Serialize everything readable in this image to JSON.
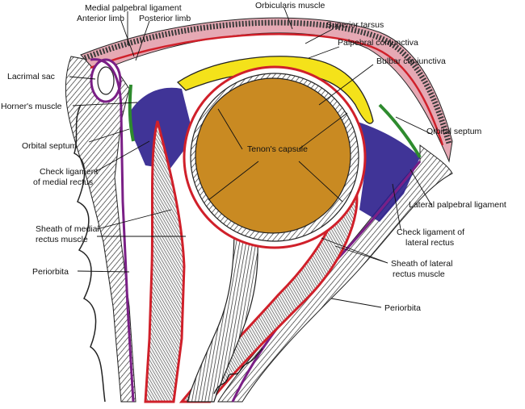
{
  "labels": {
    "medial_palpebral_ligament": "Medial palpebral ligament",
    "anterior_limb": "Anterior limb",
    "posterior_limb": "Posterior limb",
    "orbicularis_muscle": "Orbicularis muscle",
    "superior_tarsus": "Superior tarsus",
    "palpebral_conjunctiva": "Palpebral conjunctiva",
    "bulbar_conjunctiva": "Bulbar conjunctiva",
    "lacrimal_sac": "Lacrimal sac",
    "horners_muscle": "Horner's muscle",
    "orbital_septum_left": "Orbital septum",
    "orbital_septum_right": "Orbital septum",
    "check_ligament_medial_1": "Check ligament",
    "check_ligament_medial_2": "of medial rectus",
    "tenons_capsule": "Tenon's capsule",
    "lateral_palpebral_ligament": "Lateral palpebral ligament",
    "check_ligament_lateral_1": "Check ligament of",
    "check_ligament_lateral_2": "lateral rectus",
    "sheath_medial_1": "Sheath of medial",
    "sheath_medial_2": "rectus muscle",
    "sheath_lateral_1": "Sheath of lateral",
    "sheath_lateral_2": "rectus muscle",
    "periorbita_left": "Periorbita",
    "periorbita_right": "Periorbita"
  },
  "colors": {
    "globe": "#C98A22",
    "orbital_fat": "#2B1E8C",
    "sheath": "#D0202A",
    "periorbita": "#7A1F86",
    "conjunctiva": "#F4E21A",
    "septum": "#2E8B2E",
    "eyelid_skin": "#E6A9B4"
  }
}
